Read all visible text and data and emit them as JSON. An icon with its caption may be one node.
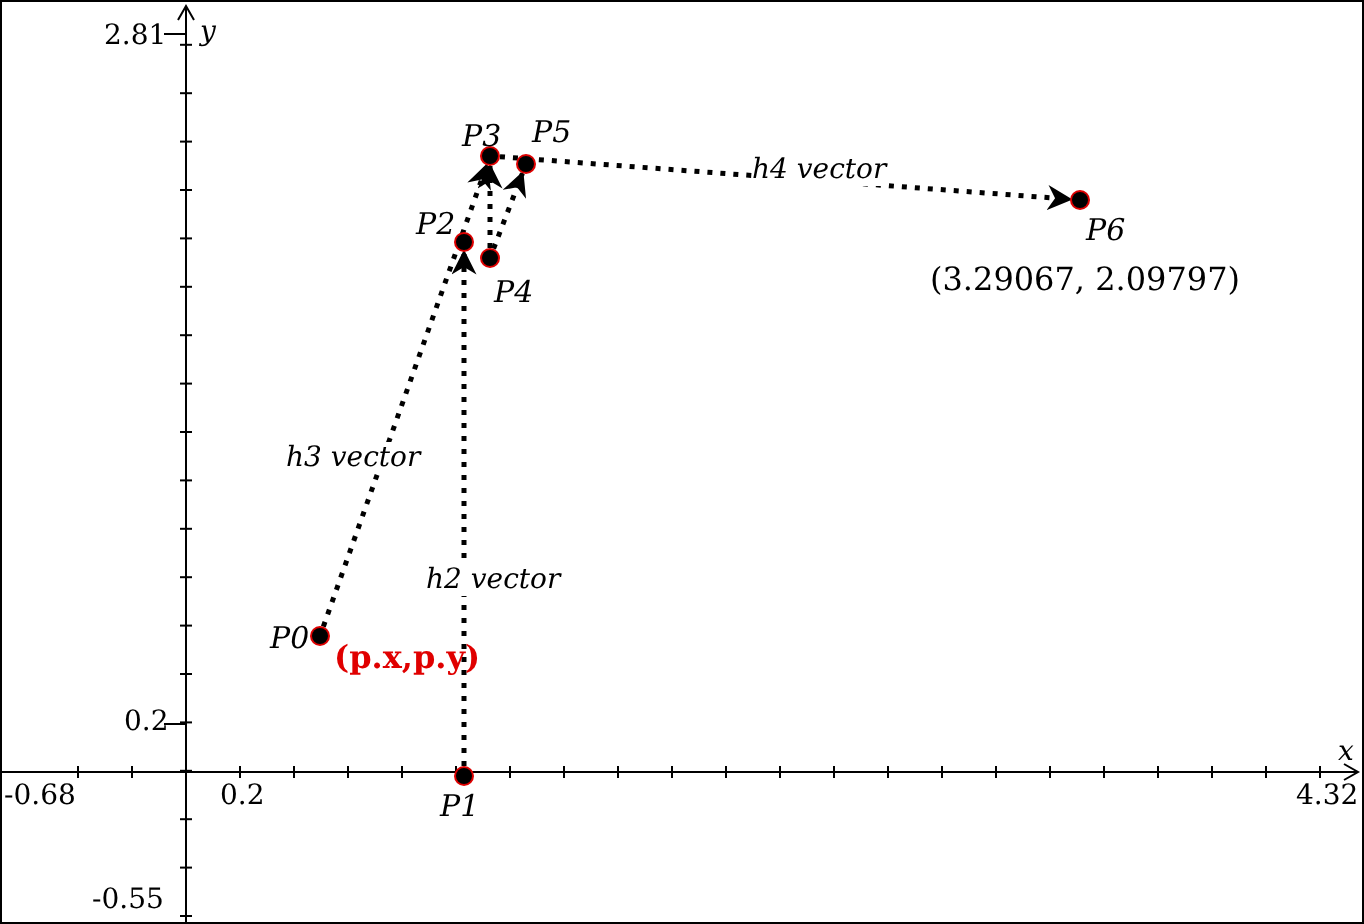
{
  "diagram": {
    "nodes": [
      {
        "text": [
          "P0"
        ],
        "beside": [
          "(p.x,p.y)"
        ]
      },
      {
        "text": [
          "P1"
        ]
      },
      {
        "text": [
          "P2"
        ]
      },
      {
        "text": [
          "P3"
        ]
      },
      {
        "text": [
          "P4"
        ]
      },
      {
        "text": [
          "P5"
        ]
      },
      {
        "text": [
          "P6"
        ],
        "beside": [
          "(3.29067, 2.09797)"
        ]
      }
    ],
    "edges": [
      {
        "from": 1,
        "to": 2,
        "arrow": "to",
        "style": "dashed",
        "label": "h2 vector"
      },
      {
        "from": 0,
        "to": 3,
        "arrow": "to",
        "style": "dashed",
        "label": "h3 vector"
      },
      {
        "from": 4,
        "to": 3,
        "arrow": "to",
        "style": "dashed"
      },
      {
        "from": 4,
        "to": 5,
        "arrow": "to",
        "style": "dashed"
      },
      {
        "from": 3,
        "to": 6,
        "arrow": "to",
        "style": "dashed",
        "label": "h4 vector"
      }
    ],
    "labels": [
      "2.81",
      "y",
      "0.2",
      "x",
      "-0.68",
      "0.2",
      "4.32",
      "-0.55"
    ]
  }
}
